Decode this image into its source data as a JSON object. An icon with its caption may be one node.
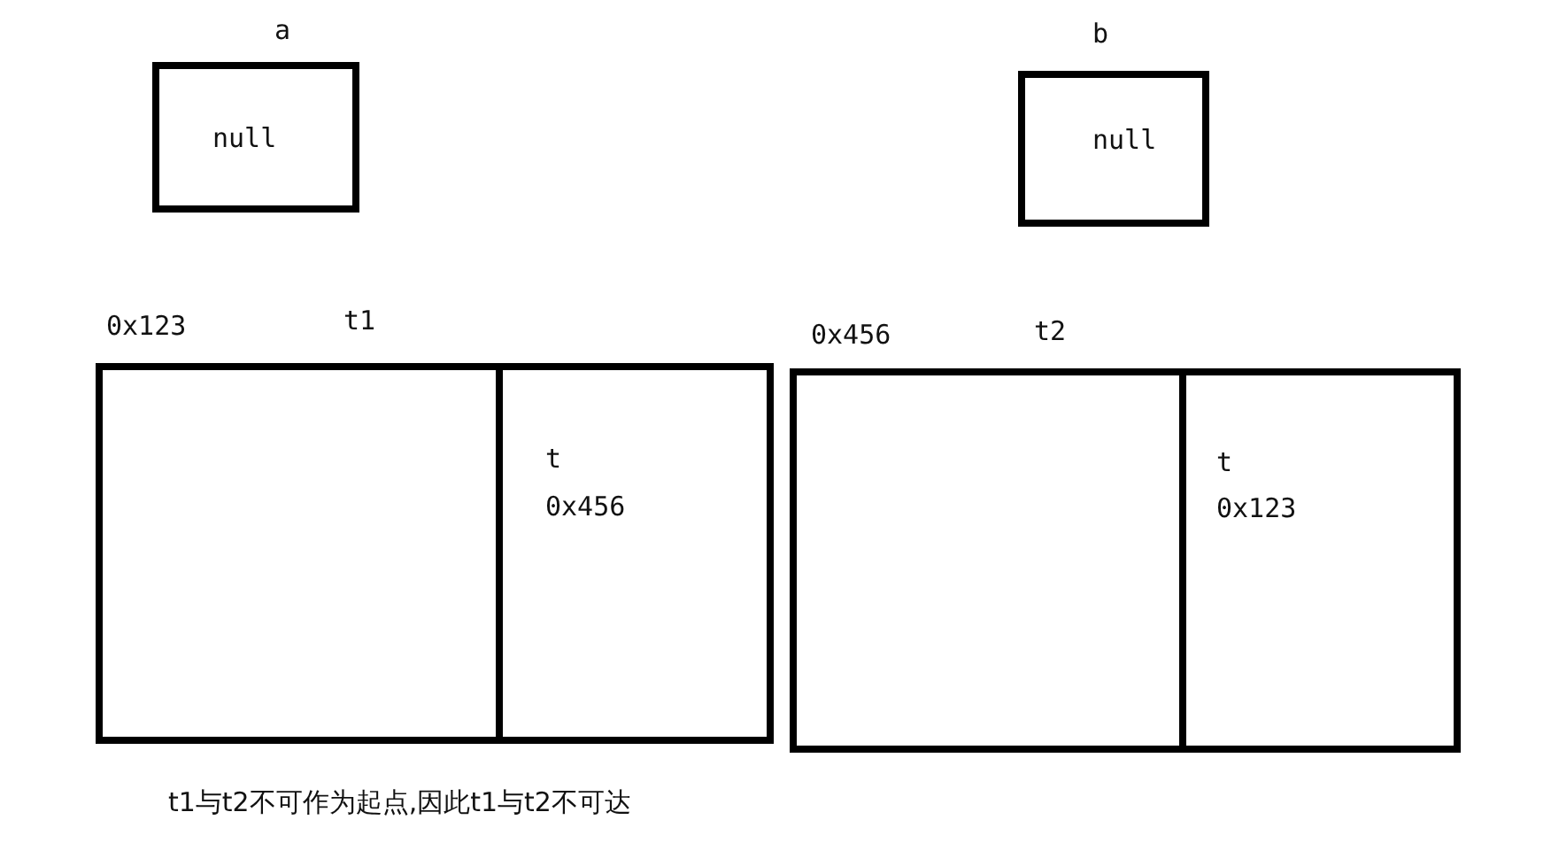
{
  "diagram": {
    "caption": "t1与t2不可作为起点,因此t1与t2不可达",
    "nodes": [
      {
        "text": [
          "a",
          "null"
        ]
      },
      {
        "text": [
          "b",
          "null"
        ]
      },
      {
        "text": [
          "0x123",
          "t1"
        ]
      },
      {
        "text": [
          "t",
          "0x456"
        ],
        "in": 2
      },
      {
        "text": [
          "0x456",
          "t2"
        ]
      },
      {
        "text": [
          "t",
          "0x123"
        ],
        "in": 4
      }
    ]
  }
}
